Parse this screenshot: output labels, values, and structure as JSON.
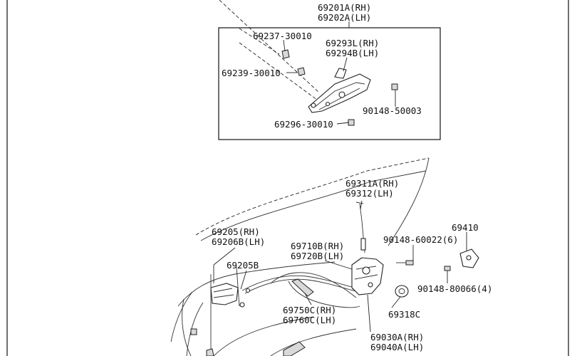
{
  "parts": {
    "p69201A": "69201A(RH)",
    "p69202A": "69202A(LH)",
    "p69237": "69237-30010",
    "p69293L": "69293L(RH)",
    "p69294B": "69294B(LH)",
    "p69239": "69239-30010",
    "p90148_50003": "90148-50003",
    "p69296": "69296-30010",
    "p69311A": "69311A(RH)",
    "p69312": "69312(LH)",
    "p69410": "69410",
    "p69205": "69205(RH)",
    "p69206B": "69206B(LH)",
    "p90148_60022": "90148-60022(6)",
    "p69710B": "69710B(RH)",
    "p69720B": "69720B(LH)",
    "p69205B": "69205B",
    "p90148_80066": "90148-80066(4)",
    "p69318C": "69318C",
    "p69750C": "69750C(RH)",
    "p69760C": "69760C(LH)",
    "p69030A": "69030A(RH)",
    "p69040A": "69040A(LH)"
  }
}
